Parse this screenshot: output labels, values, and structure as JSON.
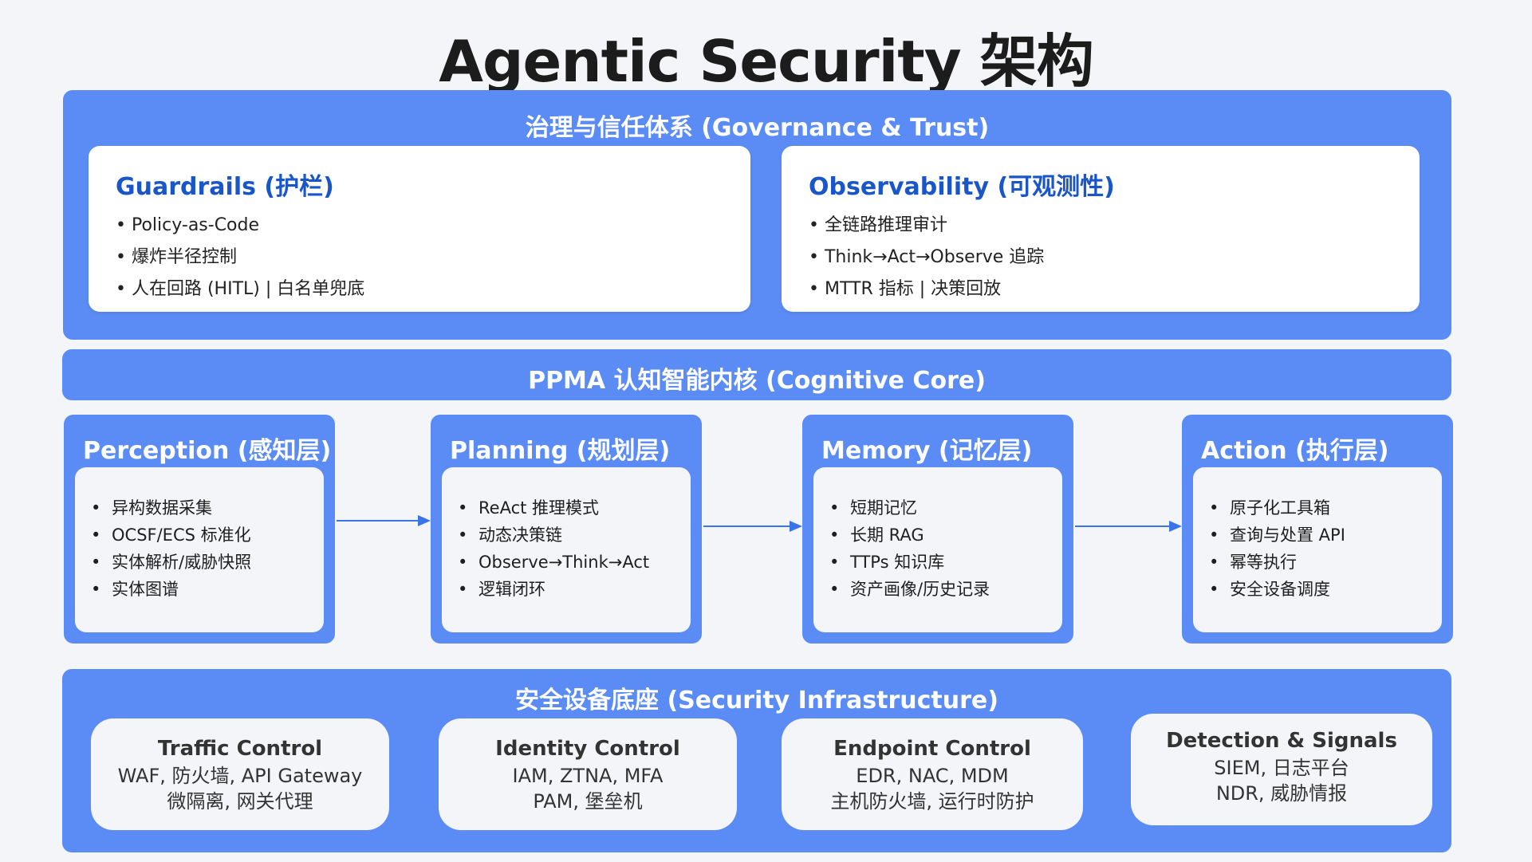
{
  "title": "Agentic Security 架构",
  "governance": {
    "title": "治理与信任体系 (Governance & Trust)",
    "cards": [
      {
        "title": "Guardrails (护栏)",
        "items": [
          "Policy-as-Code",
          "爆炸半径控制",
          "人在回路 (HITL) | 白名单兜底"
        ]
      },
      {
        "title": "Observability (可观测性)",
        "items": [
          "全链路推理审计",
          "Think→Act→Observe 追踪",
          "MTTR 指标 | 决策回放"
        ]
      }
    ]
  },
  "core": {
    "title": "PPMA 认知智能内核 (Cognitive Core)"
  },
  "layers": [
    {
      "title": "Perception (感知层)",
      "items": [
        "异构数据采集",
        "OCSF/ECS 标准化",
        "实体解析/威胁快照",
        "实体图谱"
      ]
    },
    {
      "title": "Planning (规划层)",
      "items": [
        "ReAct 推理模式",
        "动态决策链",
        "Observe→Think→Act",
        "逻辑闭环"
      ]
    },
    {
      "title": "Memory (记忆层)",
      "items": [
        "短期记忆",
        "长期 RAG",
        "TTPs 知识库",
        "资产画像/历史记录"
      ]
    },
    {
      "title": "Action (执行层)",
      "items": [
        "原子化工具箱",
        "查询与处置 API",
        "幂等执行",
        "安全设备调度"
      ]
    }
  ],
  "infrastructure": {
    "title": "安全设备底座 (Security Infrastructure)",
    "cards": [
      {
        "title": "Traffic Control",
        "line1": "WAF, 防火墙, API Gateway",
        "line2": "微隔离, 网关代理"
      },
      {
        "title": "Identity Control",
        "line1": "IAM, ZTNA, MFA",
        "line2": "PAM, 堡垒机"
      },
      {
        "title": "Endpoint Control",
        "line1": "EDR, NAC, MDM",
        "line2": "主机防火墙, 运行时防护"
      },
      {
        "title": "Detection & Signals",
        "line1": "SIEM, 日志平台",
        "line2": "NDR, 威胁情报"
      }
    ]
  },
  "colors": {
    "band": "#5b8cf5",
    "card_title": "#1a56c8",
    "arrow": "#3b73e8",
    "background": "#f3f5f8"
  }
}
